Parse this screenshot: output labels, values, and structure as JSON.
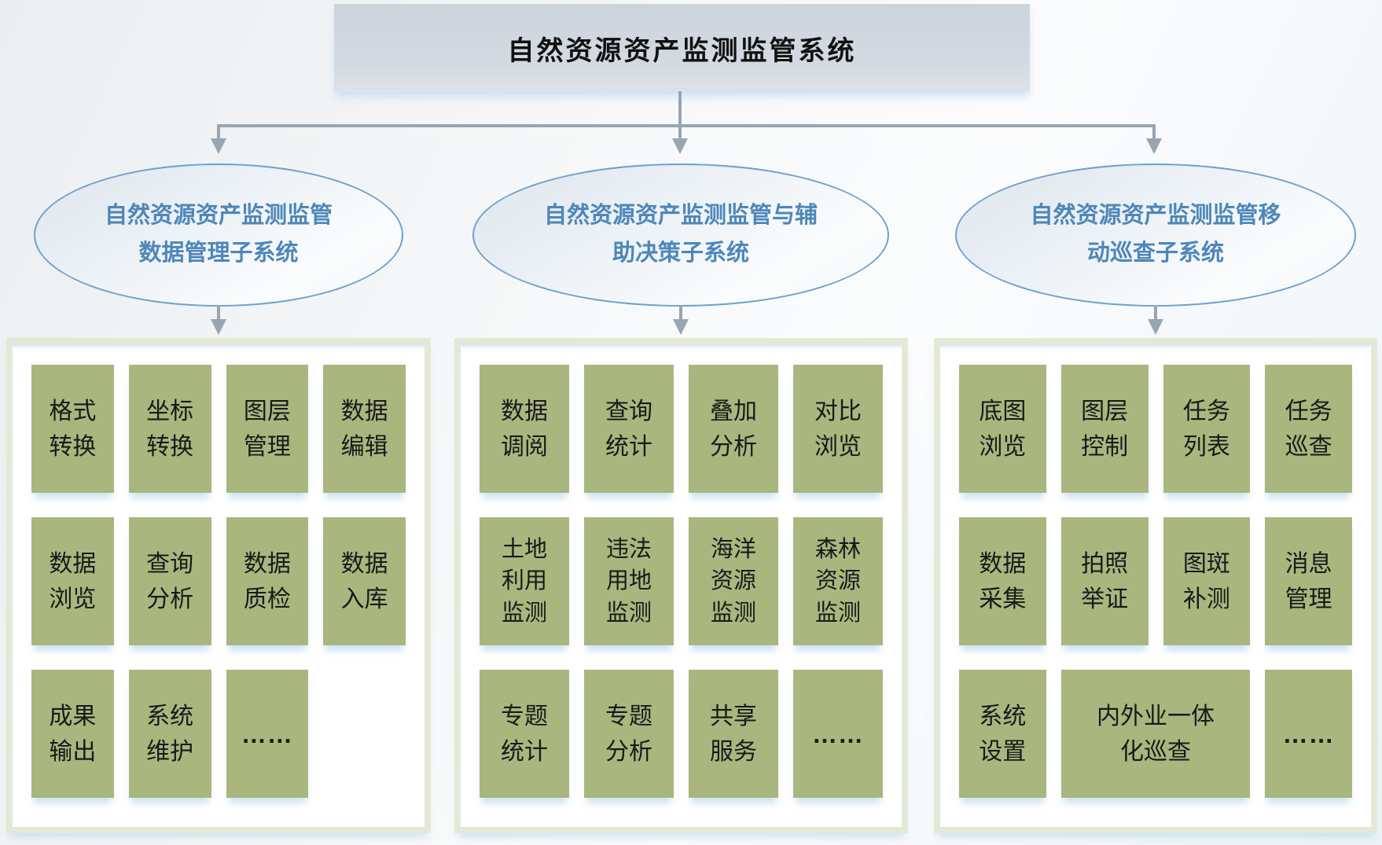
{
  "colors": {
    "header_bg": "#d2d9e1",
    "module_green": "#a9b67e",
    "panel_border": "#e4e9d6",
    "ellipse_border": "#6fa0cd",
    "ellipse_text": "#4e87b9",
    "connector_gray": "#9aa5b2",
    "module_text": "#191919"
  },
  "header": {
    "title": "自然资源资产监测监管系统"
  },
  "subsystems": [
    {
      "label": "自然资源资产监测监管\n数据管理子系统"
    },
    {
      "label": "自然资源资产监测监管与辅\n助决策子系统"
    },
    {
      "label": "自然资源资产监测监管移\n动巡查子系统"
    }
  ],
  "panels": [
    {
      "boxes": [
        "格式\n转换",
        "坐标\n转换",
        "图层\n管理",
        "数据\n编辑",
        "数据\n浏览",
        "查询\n分析",
        "数据\n质检",
        "数据\n入库",
        "成果\n输出",
        "系统\n维护",
        "……"
      ]
    },
    {
      "boxes": [
        "数据\n调阅",
        "查询\n统计",
        "叠加\n分析",
        "对比\n浏览",
        "土地\n利用\n监测",
        "违法\n用地\n监测",
        "海洋\n资源\n监测",
        "森林\n资源\n监测",
        "专题\n统计",
        "专题\n分析",
        "共享\n服务",
        "……"
      ]
    },
    {
      "boxes": [
        "底图\n浏览",
        "图层\n控制",
        "任务\n列表",
        "任务\n巡查",
        "数据\n采集",
        "拍照\n举证",
        "图斑\n补测",
        "消息\n管理",
        "系统\n设置",
        "内外业一体\n化巡查",
        "……"
      ]
    }
  ]
}
